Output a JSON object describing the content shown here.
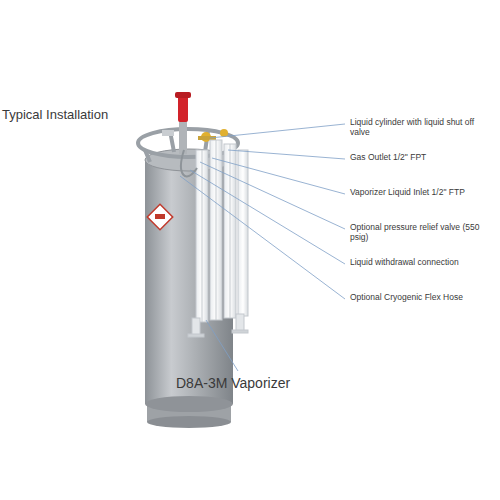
{
  "diagram": {
    "title": "Typical Installation",
    "labels": [
      "Liquid cylinder with liquid shut off valve",
      "Gas Outlet 1/2\" FPT",
      "Vaporizer Liquid Inlet 1/2\" FTP",
      "Optional pressure relief valve (550 psig)",
      "Liquid withdrawal connection",
      "Optional Cryogenic Flex Hose",
      "D8A-3M Vaporizer"
    ]
  }
}
